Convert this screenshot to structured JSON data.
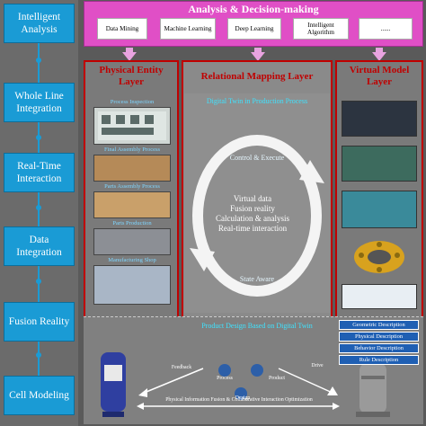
{
  "stages": [
    {
      "label": "Intelligent Analysis"
    },
    {
      "label": "Whole Line Integration"
    },
    {
      "label": "Real-Time Interaction"
    },
    {
      "label": "Data Integration"
    },
    {
      "label": "Fusion Reality"
    },
    {
      "label": "Cell Modeling"
    }
  ],
  "analysis": {
    "title": "Analysis & Decision-making",
    "tools": [
      "Data Mining",
      "Machine Learning",
      "Deep Learning",
      "Intelligent Algorithm",
      "......"
    ]
  },
  "layers": {
    "physical": "Physical Entity Layer",
    "relational": "Relational Mapping Layer",
    "virtual": "Virtual Model Layer"
  },
  "physical_captions": [
    "Process Inspection",
    "Final Assembly Process",
    "Parts Assembly Process",
    "Parts Production",
    "Manufacturing Shop"
  ],
  "relational": {
    "twin_title": "Digital Twin in Production Process",
    "control": "Control & Execute",
    "state": "State Aware",
    "cycle_lines": [
      "Virtual data",
      "Fusion reality",
      "Calculation & analysis",
      "Real-time interaction"
    ],
    "design_title": "Product Design Based on Digital Twin",
    "feedback": "Feedback",
    "drive": "Drive",
    "actors": [
      "Process",
      "Product",
      "Design"
    ],
    "bottom_flow": "Physical Information Fusion & Collaborative Interaction Optimization"
  },
  "virtual_descriptions": [
    "Geometric Description",
    "Physical Description",
    "Behavior Description",
    "Rule Description"
  ],
  "colors": {
    "stage_blue": "#1a9bd5",
    "analysis_magenta": "#e04fc6",
    "layer_red": "#c00000",
    "cyan_text": "#3ee3ff"
  }
}
